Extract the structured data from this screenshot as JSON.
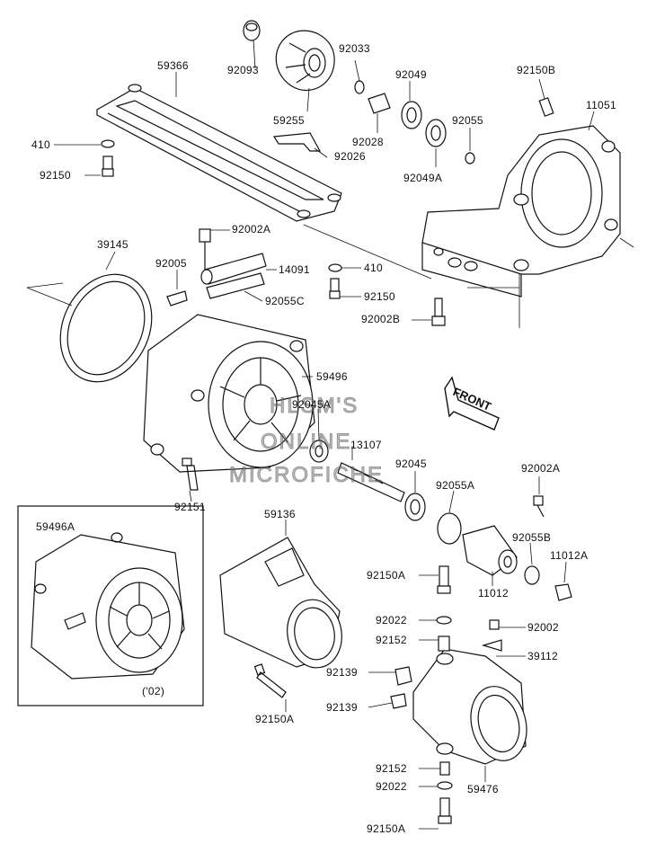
{
  "diagram": {
    "direction_label": "FRONT",
    "variant_note": "('02)",
    "watermark": [
      "HLSM'S",
      "ONLINE",
      "MICROFICHE"
    ],
    "parts": [
      {
        "id": "p92093",
        "text": "92093"
      },
      {
        "id": "p92033",
        "text": "92033"
      },
      {
        "id": "p59366",
        "text": "59366"
      },
      {
        "id": "p92049",
        "text": "92049"
      },
      {
        "id": "p92150B",
        "text": "92150B"
      },
      {
        "id": "p11051",
        "text": "11051"
      },
      {
        "id": "p59255",
        "text": "59255"
      },
      {
        "id": "p92055a",
        "text": "92055"
      },
      {
        "id": "p410a",
        "text": "410"
      },
      {
        "id": "p92028",
        "text": "92028"
      },
      {
        "id": "p92026",
        "text": "92026"
      },
      {
        "id": "p92150a",
        "text": "92150"
      },
      {
        "id": "p92049A",
        "text": "92049A"
      },
      {
        "id": "p92002A_top",
        "text": "92002A"
      },
      {
        "id": "p39145",
        "text": "39145"
      },
      {
        "id": "p92005",
        "text": "92005"
      },
      {
        "id": "p14091",
        "text": "14091"
      },
      {
        "id": "p410b",
        "text": "410"
      },
      {
        "id": "p92150b",
        "text": "92150"
      },
      {
        "id": "p92055C",
        "text": "92055C"
      },
      {
        "id": "p92002B",
        "text": "92002B"
      },
      {
        "id": "p59496",
        "text": "59496"
      },
      {
        "id": "p92045A",
        "text": "92045A"
      },
      {
        "id": "p13107",
        "text": "13107"
      },
      {
        "id": "p92045",
        "text": "92045"
      },
      {
        "id": "p92002A_mid",
        "text": "92002A"
      },
      {
        "id": "p92055A",
        "text": "92055A"
      },
      {
        "id": "p92151",
        "text": "92151"
      },
      {
        "id": "p59496A",
        "text": "59496A"
      },
      {
        "id": "p59136",
        "text": "59136"
      },
      {
        "id": "p92055B",
        "text": "92055B"
      },
      {
        "id": "p11012A",
        "text": "11012A"
      },
      {
        "id": "p92150A_1",
        "text": "92150A"
      },
      {
        "id": "p11012",
        "text": "11012"
      },
      {
        "id": "p92022_1",
        "text": "92022"
      },
      {
        "id": "p92002",
        "text": "92002"
      },
      {
        "id": "p92152_1",
        "text": "92152"
      },
      {
        "id": "p39112",
        "text": "39112"
      },
      {
        "id": "p92139_1",
        "text": "92139"
      },
      {
        "id": "p92150A_2",
        "text": "92150A"
      },
      {
        "id": "p92139_2",
        "text": "92139"
      },
      {
        "id": "p92152_2",
        "text": "92152"
      },
      {
        "id": "p59476",
        "text": "59476"
      },
      {
        "id": "p92022_2",
        "text": "92022"
      },
      {
        "id": "p92150A_3",
        "text": "92150A"
      }
    ]
  }
}
